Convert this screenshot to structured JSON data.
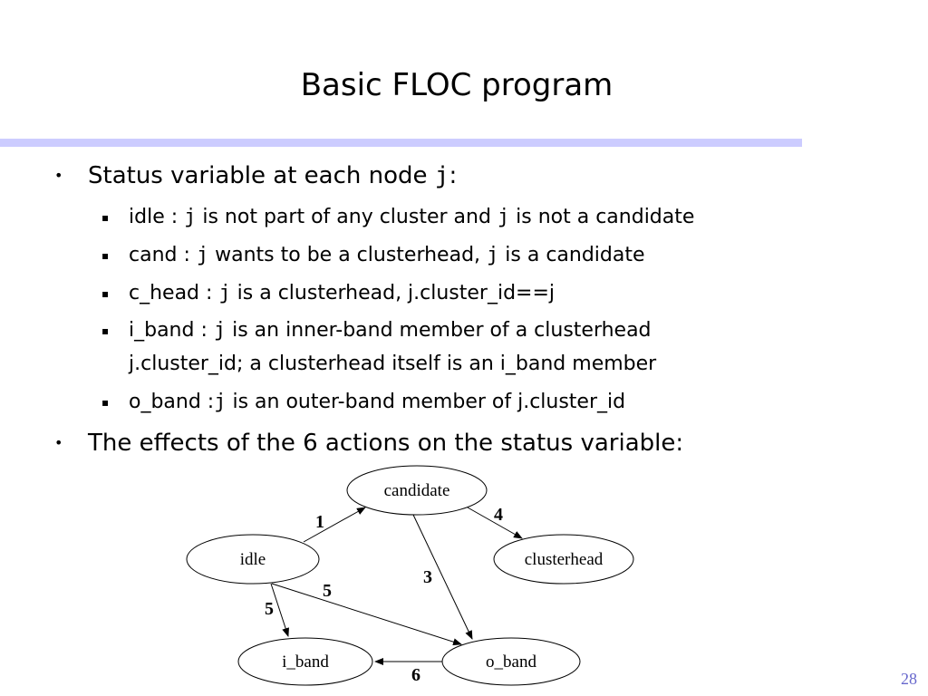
{
  "slide": {
    "title": "Basic FLOC program",
    "page_number": "28"
  },
  "bullets": {
    "status_intro": {
      "before": "Status variable at each node ",
      "var": "j",
      "after": ":"
    },
    "sub": [
      {
        "name": "idle",
        "text_a": "idle : ",
        "var_a": "j",
        "text_b": " is not part of any cluster and ",
        "var_b": "j",
        "text_c": " is not a candidate"
      },
      {
        "name": "cand",
        "text_a": "cand : ",
        "var_a": "j",
        "text_b": " wants to be a clusterhead, ",
        "var_b": "j",
        "text_c": " is a candidate"
      },
      {
        "name": "c_head",
        "text_a": "c_head : ",
        "var_a": "j",
        "text_b": " is a clusterhead, j.cluster_id==j"
      },
      {
        "name": "i_band",
        "text_a": "i_band : ",
        "var_a": "j",
        "text_b": " is an inner-band member of a clusterhead",
        "line2": "j.cluster_id; a clusterhead itself is an i_band member"
      },
      {
        "name": "o_band",
        "text_a": "o_band :",
        "var_a": "j",
        "text_b": " is an outer-band member of j.cluster_id"
      }
    ],
    "effects": "The effects of the 6 actions on the status variable:"
  },
  "diagram": {
    "nodes": {
      "candidate": "candidate",
      "idle": "idle",
      "clusterhead": "clusterhead",
      "i_band": "i_band",
      "o_band": "o_band"
    },
    "edge_labels": {
      "idle_to_candidate": "1",
      "candidate_to_clusterhead": "4",
      "candidate_to_o_band": "3",
      "idle_to_o_band": "5",
      "idle_to_i_band": "5",
      "o_band_to_i_band": "6"
    }
  },
  "colors": {
    "title_rule": "#ccccff",
    "page_number": "#6666cc"
  }
}
